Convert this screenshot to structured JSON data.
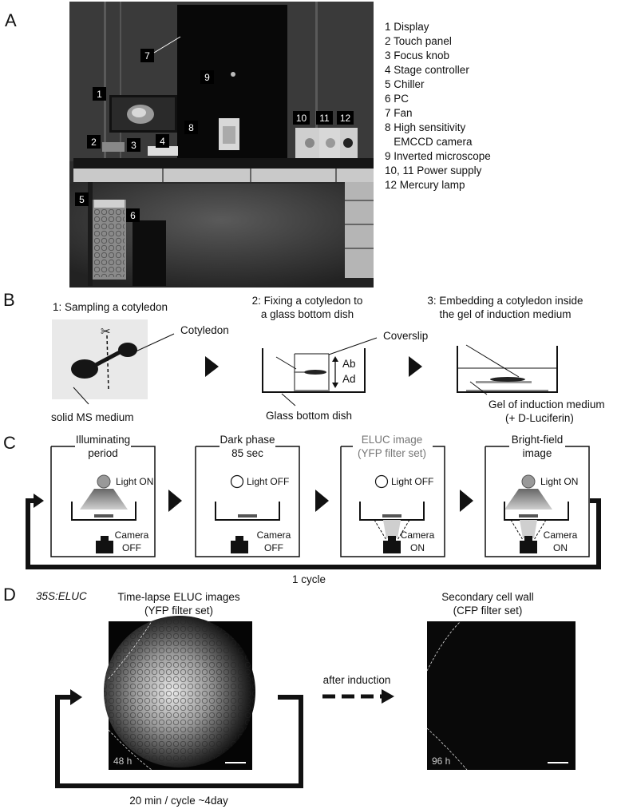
{
  "panel_letters": {
    "a": "A",
    "b": "B",
    "c": "C",
    "d": "D"
  },
  "panel_a": {
    "callouts": [
      "1",
      "2",
      "3",
      "4",
      "5",
      "6",
      "7",
      "8",
      "9",
      "10",
      "11",
      "12"
    ],
    "legend": [
      "1 Display",
      "2 Touch panel",
      "3 Focus knob",
      "4 Stage controller",
      "5 Chiller",
      "6 PC",
      "7 Fan",
      "8 High sensitivity",
      "   EMCCD camera",
      "9 Inverted microscope",
      "10, 11 Power supply",
      "12 Mercury lamp"
    ]
  },
  "panel_b": {
    "step1": {
      "title": "1: Sampling a cotyledon",
      "label_medium": "solid MS medium"
    },
    "step2": {
      "title_line1": "2: Fixing a cotyledon to",
      "title_line2": "a glass bottom dish",
      "label_ab": "Ab",
      "label_ad": "Ad",
      "label_dish": "Glass bottom dish"
    },
    "step3": {
      "title_line1": "3: Embedding a cotyledon inside",
      "title_line2": "the gel of induction medium",
      "label_gel1": "Gel of  induction medium",
      "label_gel2": "(+ D-Luciferin)"
    },
    "label_cotyledon": "Cotyledon",
    "label_coverslip": "Coverslip"
  },
  "panel_c": {
    "boxes": [
      {
        "title1": "Illuminating",
        "title2": "period",
        "light": "Light ON",
        "camera1": "Camera",
        "camera2": "OFF"
      },
      {
        "title1": "Dark phase",
        "title2": "85 sec",
        "light": "Light OFF",
        "camera1": "Camera",
        "camera2": "OFF"
      },
      {
        "title1": "ELUC image",
        "title2": "(YFP filter set)",
        "light": "Light OFF",
        "camera1": "Camera",
        "camera2": "ON"
      },
      {
        "title1": "Bright-field",
        "title2": "image",
        "light": "Light ON",
        "camera1": "Camera",
        "camera2": "ON"
      }
    ],
    "cycle_label": "1 cycle"
  },
  "panel_d": {
    "genotype": "35S:ELUC",
    "left_title1": "Time-lapse ELUC images",
    "left_title2": "(YFP filter set)",
    "left_time": "48 h",
    "right_title1": "Secondary cell wall",
    "right_title2": "(CFP filter set)",
    "right_time": "96 h",
    "arrow_label": "after induction",
    "cycle_label": "20 min / cycle ~4day"
  }
}
